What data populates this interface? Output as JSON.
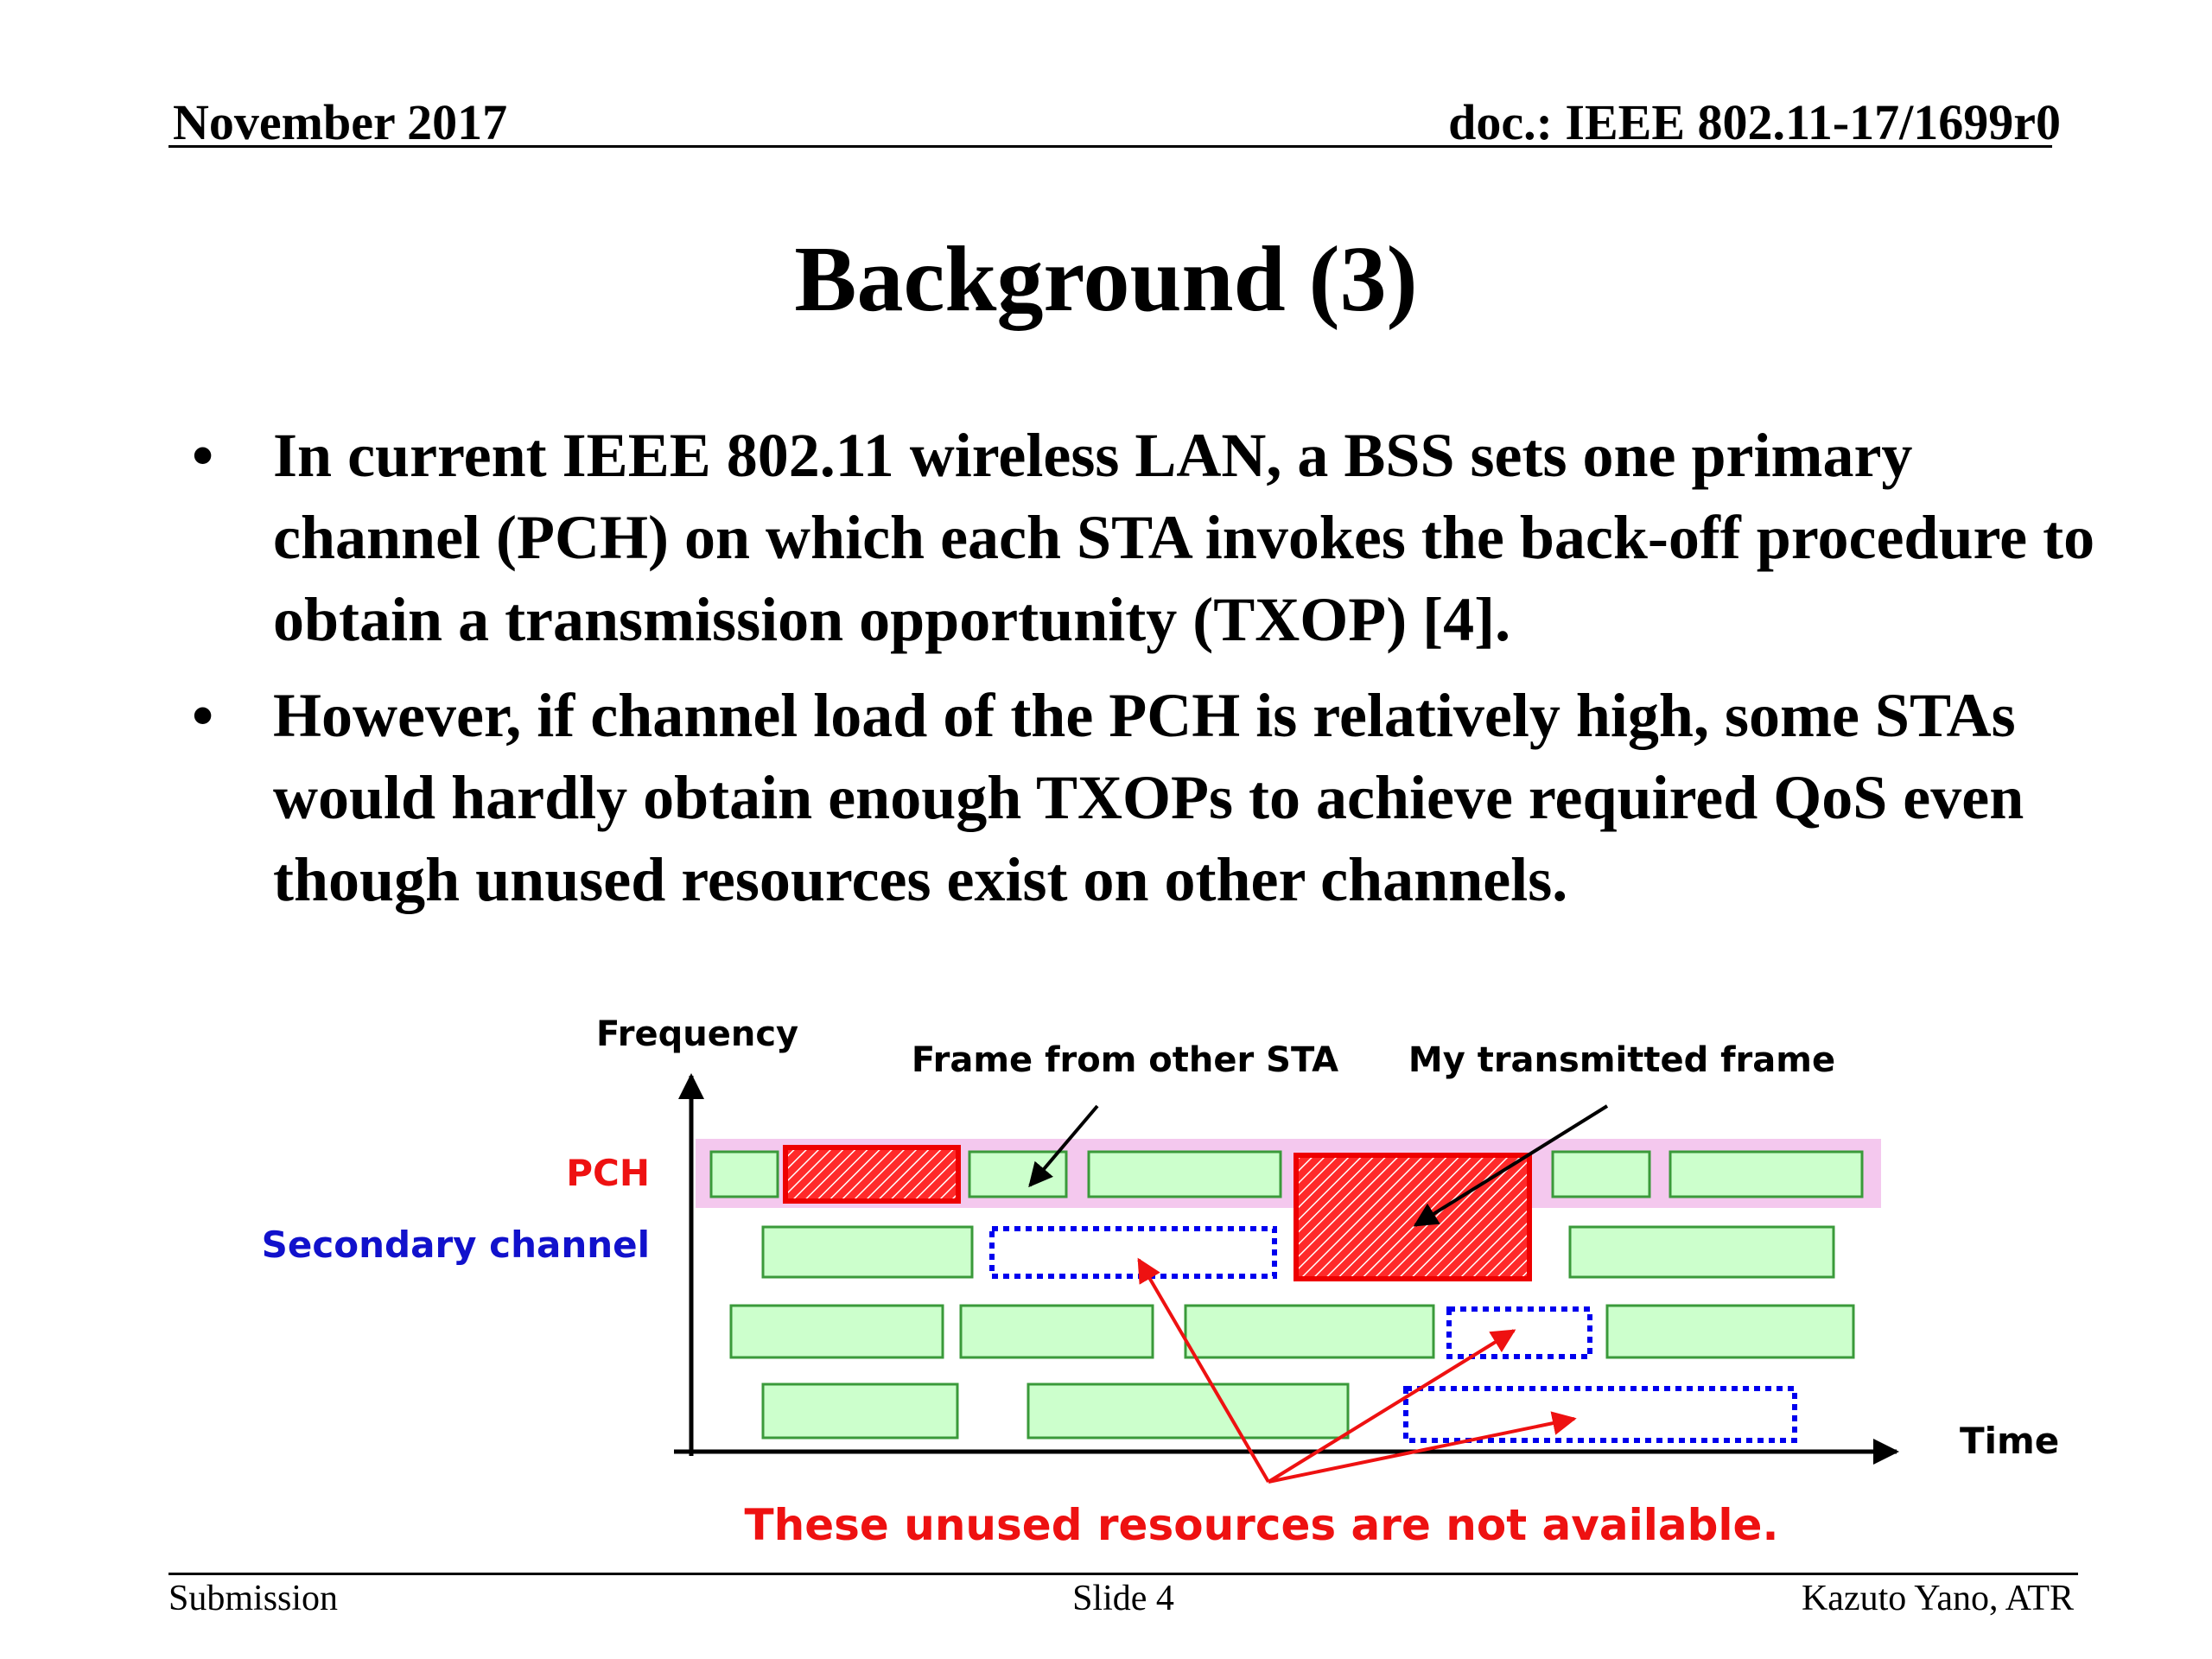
{
  "header": {
    "date": "November 2017",
    "doc": "doc.: IEEE 802.11-17/1699r0"
  },
  "title": "Background (3)",
  "bullet_glyph": "•",
  "bullets": [
    "In current IEEE 802.11 wireless LAN, a BSS sets one primary channel (PCH) on which each STA invokes the back-off procedure to obtain a transmission opportunity (TXOP) [4].",
    "However, if channel load of the PCH is relatively high, some STAs would hardly obtain enough TXOPs to achieve required QoS even though unused resources exist on other channels."
  ],
  "diagram": {
    "y_axis_label": "Frequency",
    "x_axis_label": "Time",
    "pch_label": "PCH",
    "secondary_label": "Secondary channel",
    "frame_other_label": "Frame from other STA",
    "my_frame_label": "My transmitted frame",
    "unused_note": "These unused resources are not available.",
    "colors": {
      "frame_fill": "#ccffcc",
      "frame_stroke": "#3a9a3a",
      "my_frame": "#ff0000",
      "unused": "#0000ee",
      "pch_band": "#f4c8ee",
      "pch_label": "#ee1111",
      "secondary_label": "#1111cc",
      "note": "#ee1111"
    }
  },
  "footer": {
    "left": "Submission",
    "center": "Slide 4",
    "right": "Kazuto Yano, ATR"
  }
}
